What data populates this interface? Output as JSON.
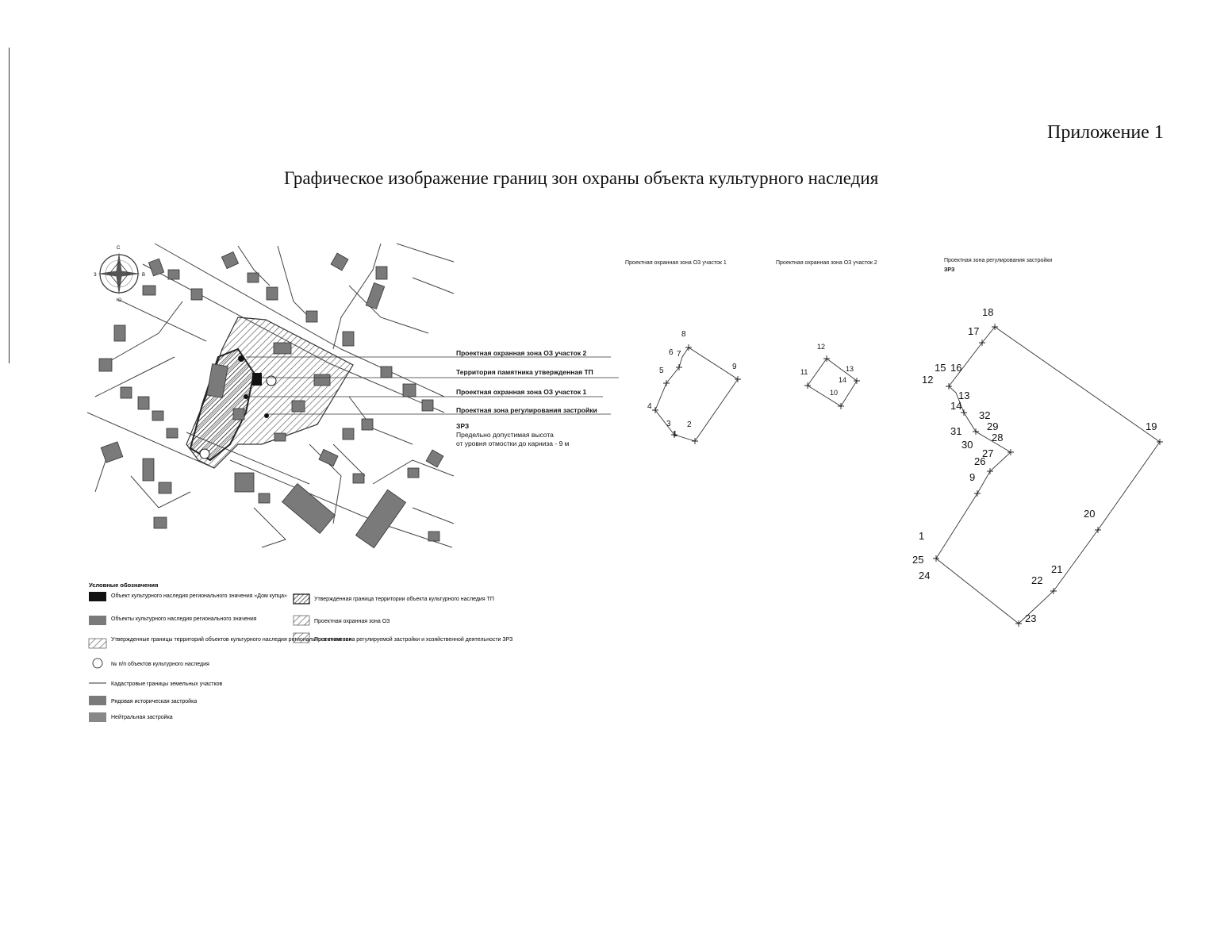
{
  "header": {
    "appendix_label": "Приложение 1",
    "title": "Графическое изображение границ зон охраны объекта культурного наследия"
  },
  "map_callouts": [
    "Проектная охранная зона ОЗ участок 2",
    "Территория памятника  утвержденная ТП",
    "Проектная охранная зона ОЗ участок 1",
    "Проектная зона регулирования застройки",
    "ЗРЗ",
    "Предельно допустимая высота",
    "от уровня отмостки до карниза - 9 м"
  ],
  "legend": {
    "title": "Условные обозначения",
    "items": [
      "Объект культурного наследия регионального значения «Дом купца»",
      "Объекты культурного наследия регионального значения",
      "Утвержденные границы территорий объектов культурного наследия регионального значения",
      "№ п/п объектов культурного наследия",
      "Кадастровые границы земельных участков",
      "Рядовая историческая застройка",
      "Нейтральная застройка",
      "Утвержденная граница территории объекта культурного наследия ТП",
      "Проектная охранная зона ОЗ",
      "Проектная зона регулируемой застройки и хозяйственной деятельности ЗРЗ"
    ]
  },
  "schemes": [
    {
      "label": "Проектная охранная зона ОЗ участок 1",
      "points": [
        "8",
        "7",
        "6",
        "5",
        "9",
        "4",
        "3",
        "2",
        "1"
      ]
    },
    {
      "label": "Проектная охранная зона ОЗ участок 2",
      "points": [
        "12",
        "11",
        "13",
        "14",
        "10"
      ]
    },
    {
      "label": "Проектная зона регулирования застройки",
      "label2": "ЗРЗ",
      "points": [
        "18",
        "17",
        "15",
        "16",
        "12",
        "13",
        "14",
        "32",
        "29",
        "31",
        "30",
        "28",
        "27",
        "26",
        "9",
        "19",
        "20",
        "1",
        "25",
        "24",
        "21",
        "22",
        "23"
      ]
    }
  ],
  "colors": {
    "ink": "#111111",
    "building_gray": "#7a7a7a",
    "hatch": "#555555"
  }
}
